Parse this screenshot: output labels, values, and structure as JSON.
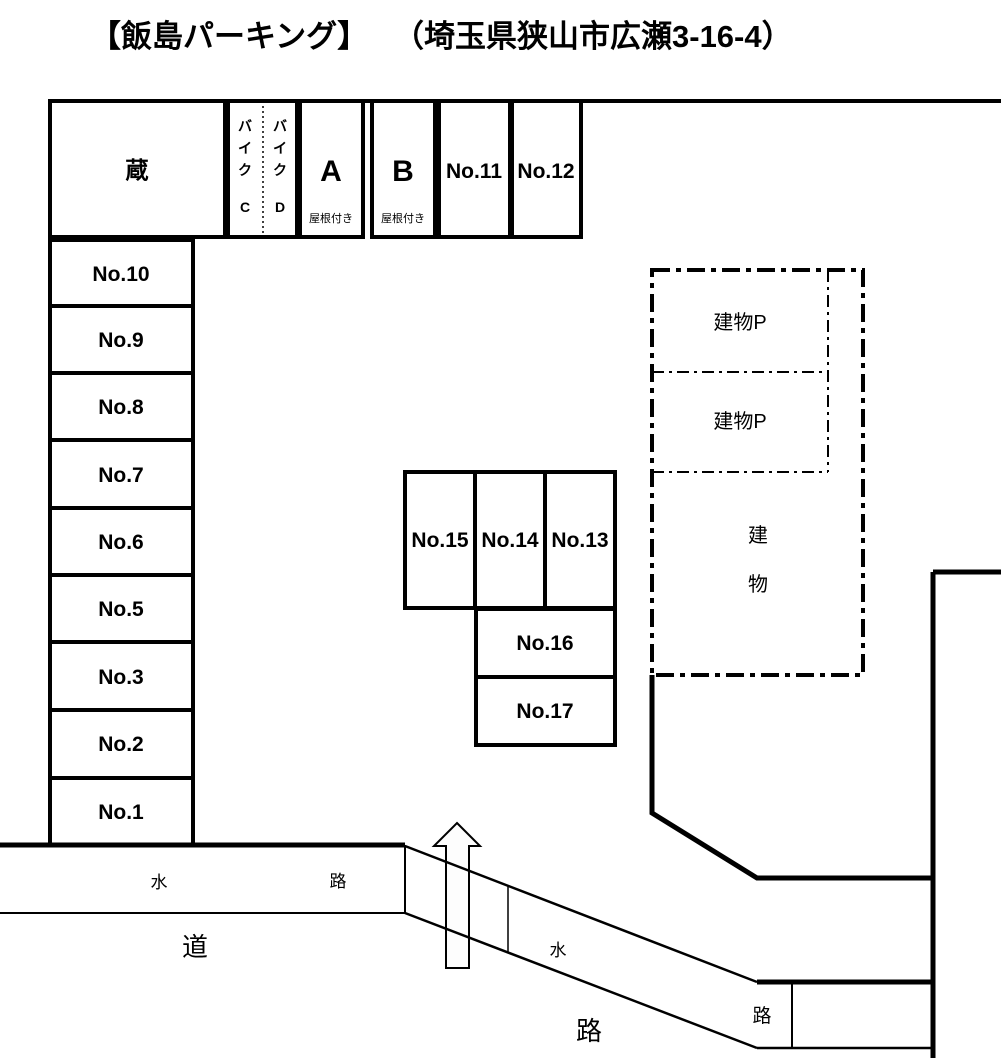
{
  "title": {
    "name": "【飯島パーキング】",
    "address": "（埼玉県狭山市広瀬3-16-4）"
  },
  "top_row": {
    "warehouse": "蔵",
    "bike_c": {
      "chars": [
        "バ",
        "イ",
        "ク"
      ],
      "label": "C"
    },
    "bike_d": {
      "chars": [
        "バ",
        "イ",
        "ク"
      ],
      "label": "D"
    },
    "space_a": {
      "label": "A",
      "note": "屋根付き"
    },
    "space_b": {
      "label": "B",
      "note": "屋根付き"
    },
    "space_11": "No.11",
    "space_12": "No.12"
  },
  "left_column": [
    "No.10",
    "No.9",
    "No.8",
    "No.7",
    "No.6",
    "No.5",
    "No.3",
    "No.2",
    "No.1"
  ],
  "center_block": {
    "top": [
      "No.15",
      "No.14",
      "No.13"
    ],
    "bottom": [
      "No.16",
      "No.17"
    ]
  },
  "building": {
    "p_upper": "建物P",
    "p_lower": "建物P",
    "label_chars": [
      "建",
      "物"
    ]
  },
  "waterway_west": {
    "c1": "水",
    "c2": "路"
  },
  "road": {
    "c1": "道",
    "c2": "路"
  },
  "waterway_south": {
    "c1": "水",
    "c2": "路"
  }
}
